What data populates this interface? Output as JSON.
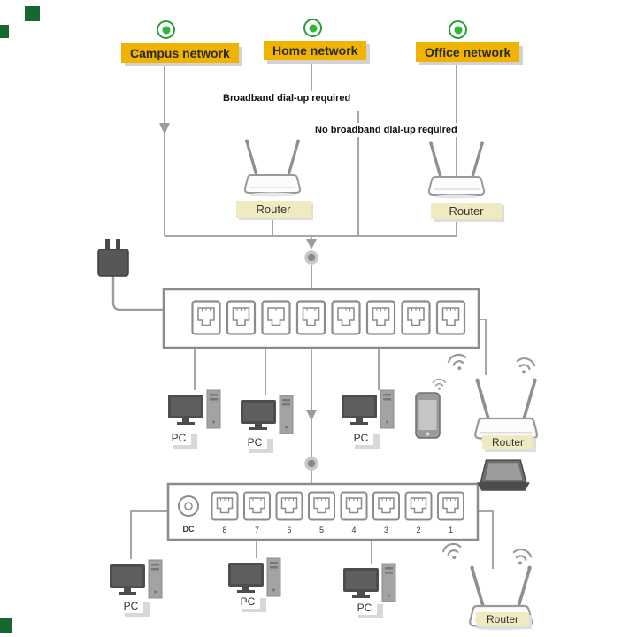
{
  "networks": [
    {
      "label": "Campus network"
    },
    {
      "label": "Home network"
    },
    {
      "label": "Office network"
    }
  ],
  "annotations": [
    {
      "text": "Broadband dial-up required"
    },
    {
      "text": "No broadband dial-up required"
    }
  ],
  "router_labels": {
    "home": "Router",
    "office": "Router",
    "mid": "Router",
    "bottom": "Router"
  },
  "pc_labels": [
    "PC",
    "PC",
    "PC",
    "PC",
    "PC",
    "PC"
  ],
  "switch_bottom": {
    "dc_label": "DC",
    "port_numbers": [
      "8",
      "7",
      "6",
      "5",
      "4",
      "3",
      "2",
      "1"
    ]
  },
  "colors": {
    "network_label_bg": "#f0b400",
    "router_label_bg": "#efeac0",
    "status_green": "#2eb53a",
    "corner_green": "#17682f",
    "line_gray": "#9c9c9c"
  }
}
